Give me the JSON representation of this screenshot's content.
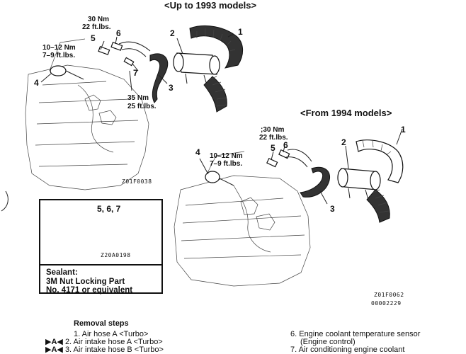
{
  "top_section": {
    "title": "<Up to 1993 models>",
    "torque_6": [
      "30 Nm",
      "22 ft.lbs."
    ],
    "torque_5": [
      "10–12 Nm",
      "7–9 ft.lbs."
    ],
    "torque_7": [
      "35 Nm",
      "25 ft.lbs."
    ],
    "callouts": [
      "1",
      "2",
      "3",
      "4",
      "5",
      "6",
      "7"
    ],
    "figure_code": "Z01F0038"
  },
  "bottom_section": {
    "title": "<From 1994 models>",
    "torque_6": [
      ";30 Nm",
      "22 ft.lbs."
    ],
    "torque_5": [
      "10–12 Nm",
      "7–9 ft.lbs."
    ],
    "callouts": [
      "1",
      "2",
      "3",
      "4",
      "5",
      "6"
    ],
    "figure_code": "Z01F0062",
    "figure_serial": "00002229"
  },
  "inset": {
    "callout": "5, 6, 7",
    "figure_code": "Z20A0198",
    "sealant_lines": [
      "Sealant:",
      "3M Nut Locking Part",
      "No. 4171 or equivalent"
    ]
  },
  "removal": {
    "heading": "Removal steps",
    "left_steps": [
      {
        "marker": "",
        "text": "1. Air hose A <Turbo>"
      },
      {
        "marker": "▶A◀",
        "text": "2. Air intake hose A <Turbo>"
      },
      {
        "marker": "▶A◀",
        "text": "3. Air intake hose B <Turbo>"
      }
    ],
    "right_steps": [
      {
        "text": "6. Engine coolant temperature sensor"
      },
      {
        "text": "(Engine  control)"
      },
      {
        "text": "7. Air conditioning engine coolant"
      }
    ]
  }
}
